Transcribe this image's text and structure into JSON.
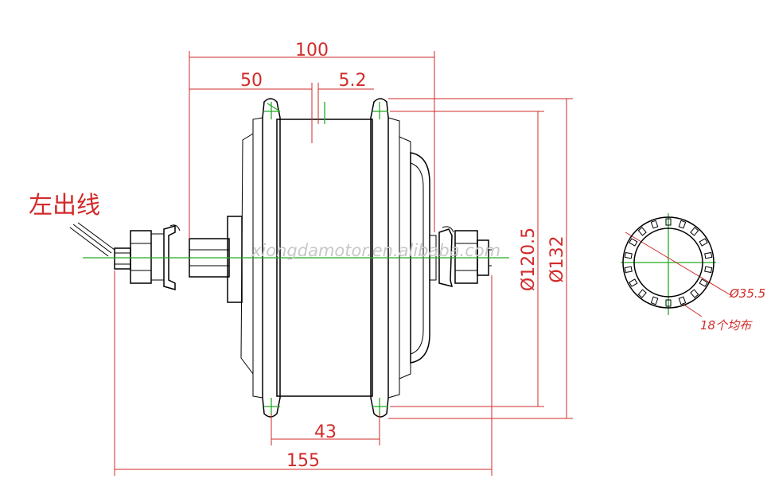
{
  "labels": {
    "side_label": "左出线",
    "watermark": "xiongdamotor.en.alibaba.com",
    "dim_overall_width": "100",
    "dim_half_width": "50",
    "dim_offset": "5.2",
    "dim_flange_spacing": "43",
    "dim_axle_length": "155",
    "dim_inner_diameter": "Ø120.5",
    "dim_outer_diameter": "Ø132",
    "dim_bore": "Ø35.5",
    "spline_note": "18个均布"
  },
  "colors": {
    "outline": "#000000",
    "dimension": "#d22a2a",
    "centerline": "#22aa22",
    "watermark": "#c8c8c8"
  }
}
